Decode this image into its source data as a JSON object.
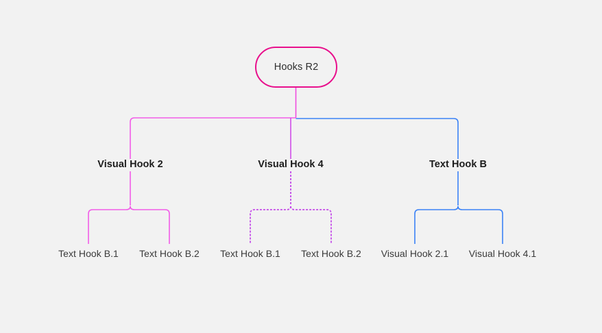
{
  "diagram": {
    "type": "mindmap-tree",
    "background_color": "#f2f2f2",
    "root": {
      "label": "Hooks R2",
      "border_color": "#e8108c",
      "shape": "rounded-rectangle"
    },
    "branches": [
      {
        "label": "Visual Hook 2",
        "color": "#f25ce8",
        "line_style": "solid",
        "children": [
          {
            "label": "Text Hook B.1"
          },
          {
            "label": "Text Hook B.2"
          }
        ]
      },
      {
        "label": "Visual Hook 4",
        "color": "#c44ce8",
        "line_style": "dashed",
        "children": [
          {
            "label": "Text Hook B.1"
          },
          {
            "label": "Text Hook B.2"
          }
        ]
      },
      {
        "label": "Text Hook B",
        "color": "#3b82f6",
        "line_style": "solid",
        "children": [
          {
            "label": "Visual Hook 2.1"
          },
          {
            "label": "Visual Hook 4.1"
          }
        ]
      }
    ]
  }
}
